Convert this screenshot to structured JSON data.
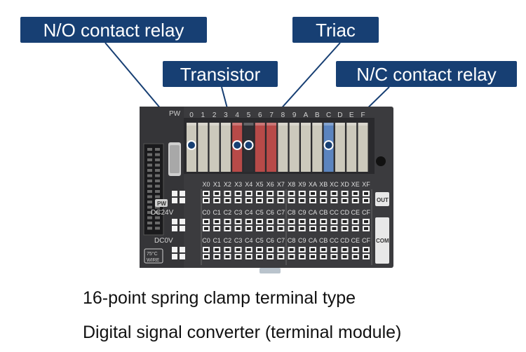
{
  "callouts": {
    "no_relay": "N/O contact relay",
    "transistor": "Transistor",
    "triac": "Triac",
    "nc_relay": "N/C contact relay"
  },
  "module": {
    "pw_label": "PW",
    "channels": [
      "0",
      "1",
      "2",
      "3",
      "4",
      "5",
      "6",
      "7",
      "8",
      "9",
      "A",
      "B",
      "C",
      "D",
      "E",
      "F"
    ],
    "relay_types": [
      "NO",
      "NO",
      "NO",
      "NO",
      "TR",
      "TC",
      "TR",
      "TR",
      "NO",
      "NO",
      "NO",
      "NO",
      "NC",
      "NO",
      "NO",
      "NO"
    ],
    "terminal_x_labels": [
      "X0",
      "X1",
      "X2",
      "X3",
      "X4",
      "X5",
      "X6",
      "X7",
      "X8",
      "X9",
      "XA",
      "XB",
      "XC",
      "XD",
      "XE",
      "XF"
    ],
    "terminal_c_labels": [
      "C0",
      "C1",
      "C2",
      "C3",
      "C4",
      "C5",
      "C6",
      "C7",
      "C8",
      "C9",
      "CA",
      "CB",
      "CC",
      "CD",
      "CE",
      "CF"
    ],
    "pw_badge": "PW",
    "dc24v": "DC24V",
    "dc0v": "DC0V",
    "out_label": "OUT",
    "com_label": "COM",
    "wire_label_1": "75°C",
    "wire_label_2": "WIRE"
  },
  "colors": {
    "callout_bg": "#173f73",
    "no_relay": "#ccc9bc",
    "transistor": "#b84a48",
    "triac": "#2f2f33",
    "nc_relay": "#5b84bf",
    "body": "#3a3a3d"
  },
  "captions": {
    "line1": "16-point spring clamp terminal type",
    "line2": "Digital signal converter (terminal module)"
  }
}
